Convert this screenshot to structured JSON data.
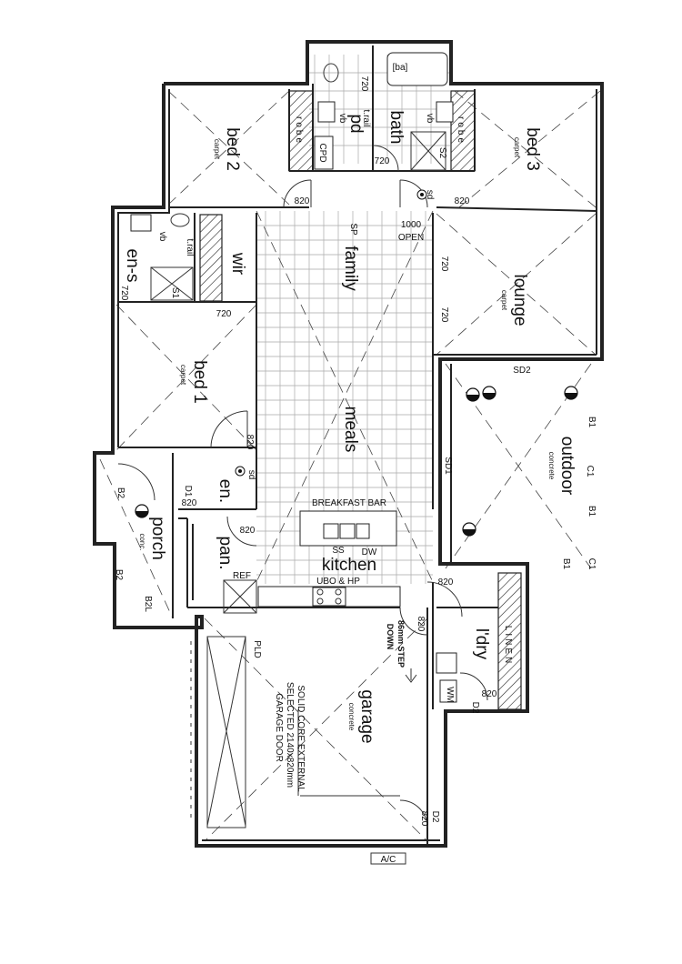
{
  "rooms": {
    "bed2": {
      "name": "bed 2",
      "finish": "carpet"
    },
    "bed3": {
      "name": "bed 3",
      "finish": "carpet"
    },
    "bed1": {
      "name": "bed 1",
      "finish": "carpet"
    },
    "lounge": {
      "name": "lounge",
      "finish": "carpet"
    },
    "outdoor": {
      "name": "outdoor",
      "finish": "concrete"
    },
    "garage": {
      "name": "garage",
      "finish": "concrete"
    },
    "porch": {
      "name": "porch",
      "finish": "conc."
    },
    "family": {
      "name": "family"
    },
    "meals": {
      "name": "meals"
    },
    "kitchen": {
      "name": "kitchen"
    },
    "wir": {
      "name": "wir"
    },
    "ens": {
      "name": "en-s"
    },
    "entry": {
      "name": "en."
    },
    "pantry": {
      "name": "pan."
    },
    "pd": {
      "name": "pd"
    },
    "bath": {
      "name": "bath"
    },
    "ldry": {
      "name": "l'dry"
    },
    "robe_left": {
      "name": "robe"
    },
    "robe_right": {
      "name": "robe"
    },
    "linen": {
      "name": "LINEN"
    },
    "cpd": {
      "name": "CPD"
    }
  },
  "labels": {
    "breakfast_bar": "BREAKFAST BAR",
    "ubo_hp": "UBO & HP",
    "ss": "SS",
    "dw": "DW",
    "ref": "REF",
    "sp": "SP",
    "opening_1000": "1000",
    "opening_open": "OPEN",
    "step_down_1": "86mm STEP",
    "step_down_2": "DOWN",
    "garage_note_1": "SOLID CORE EXTERNAL",
    "garage_note_2": "SELECTED 2140x820mm",
    "garage_note_3": "GARAGE DOOR",
    "pld": "PLD",
    "ac": "A/C",
    "ba": "[ba]",
    "vb": "vb",
    "t_rail": "t.rail",
    "sd": "sd",
    "s1": "S1",
    "s2": "S2",
    "sd1": "SD1",
    "sd2": "SD2",
    "d1": "D1",
    "d2": "D2",
    "b1": "B1",
    "b2": "B2",
    "b2l": "B2L",
    "c1": "C1",
    "wm": "WM",
    "dims": {
      "d720": "720",
      "d820": "820"
    }
  },
  "colors": {
    "line": "#222222",
    "grid": "#a9a9a9",
    "background": "#ffffff"
  }
}
